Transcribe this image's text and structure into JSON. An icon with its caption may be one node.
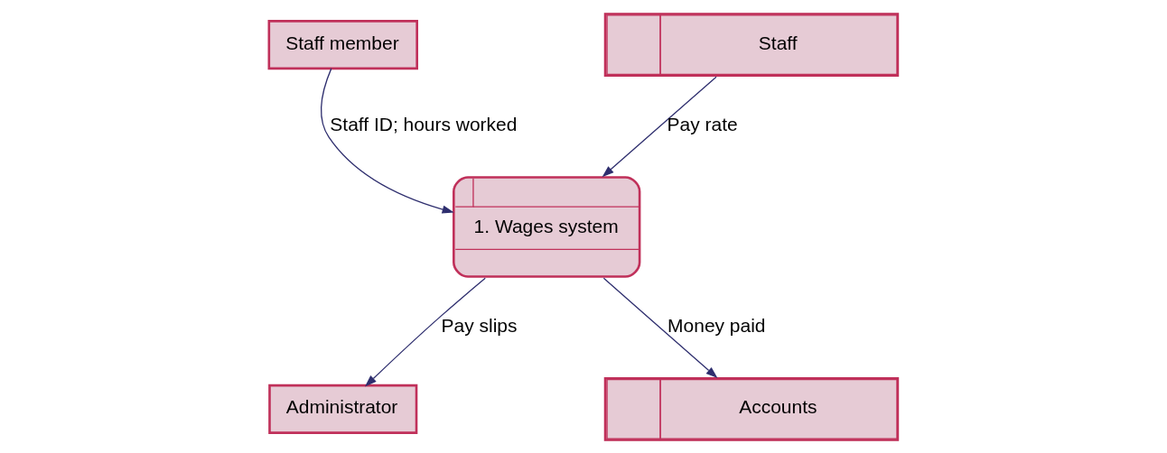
{
  "diagram": {
    "nodes": [
      {
        "text": [
          "Staff member"
        ]
      },
      {
        "text": [
          "Staff"
        ]
      },
      {
        "text": [
          "1. Wages system"
        ]
      },
      {
        "text": [
          "Administrator"
        ]
      },
      {
        "text": [
          "Accounts"
        ]
      }
    ],
    "edges": [
      {
        "from": 0,
        "to": 2,
        "arrow": "to",
        "label": "Staff ID; hours worked"
      },
      {
        "from": 1,
        "to": 2,
        "arrow": "to",
        "label": "Pay rate"
      },
      {
        "from": 2,
        "to": 3,
        "arrow": "to",
        "label": "Pay slips"
      },
      {
        "from": 2,
        "to": 4,
        "arrow": "to",
        "label": "Money paid"
      }
    ]
  }
}
